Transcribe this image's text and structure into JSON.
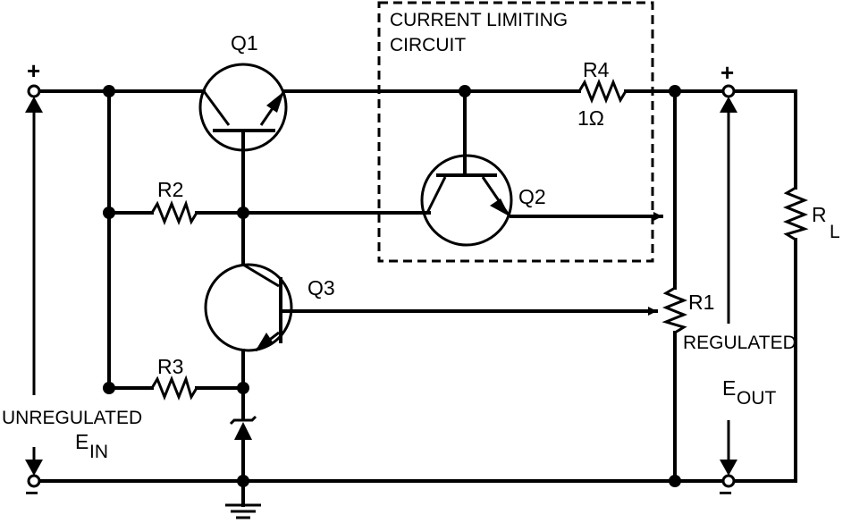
{
  "labels": {
    "q1": "Q1",
    "q2": "Q2",
    "q3": "Q3",
    "r1": "R1",
    "r2": "R2",
    "r3": "R3",
    "r4": "R4",
    "r4_value": "1Ω",
    "rl": "R",
    "rl_sub": "L",
    "current_limiting_line1": "CURRENT LIMITING",
    "current_limiting_line2": "CIRCUIT",
    "unregulated": "UNREGULATED",
    "ein": "E",
    "ein_sub": "IN",
    "regulated": "REGULATED",
    "eout": "E",
    "eout_sub": "OUT",
    "plus": "+",
    "minus": "−"
  }
}
